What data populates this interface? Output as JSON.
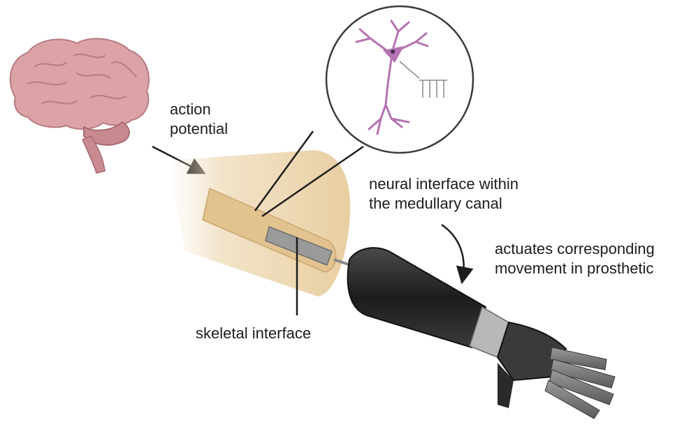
{
  "labels": {
    "action_potential": [
      "action",
      "potential"
    ],
    "neural_interface": [
      "neural interface within",
      "the medullary canal"
    ],
    "actuates": [
      "actuates corresponding",
      "movement in prosthetic"
    ],
    "skeletal_interface": "skeletal interface"
  },
  "icons": {
    "brain": "brain-icon",
    "neuron": "neuron-icon",
    "residual_limb": "residual-limb-icon",
    "prosthetic_arm": "prosthetic-arm-icon"
  },
  "colors": {
    "brain": "#d9a2a5",
    "brain_outline": "#b67c80",
    "skin": "#ecd3a9",
    "bone": "#e0c190",
    "implant": "#8f8f8f",
    "neuron": "#b573b3",
    "prosthetic": "#2f2f2f",
    "arrow": "#1d1d1d"
  }
}
